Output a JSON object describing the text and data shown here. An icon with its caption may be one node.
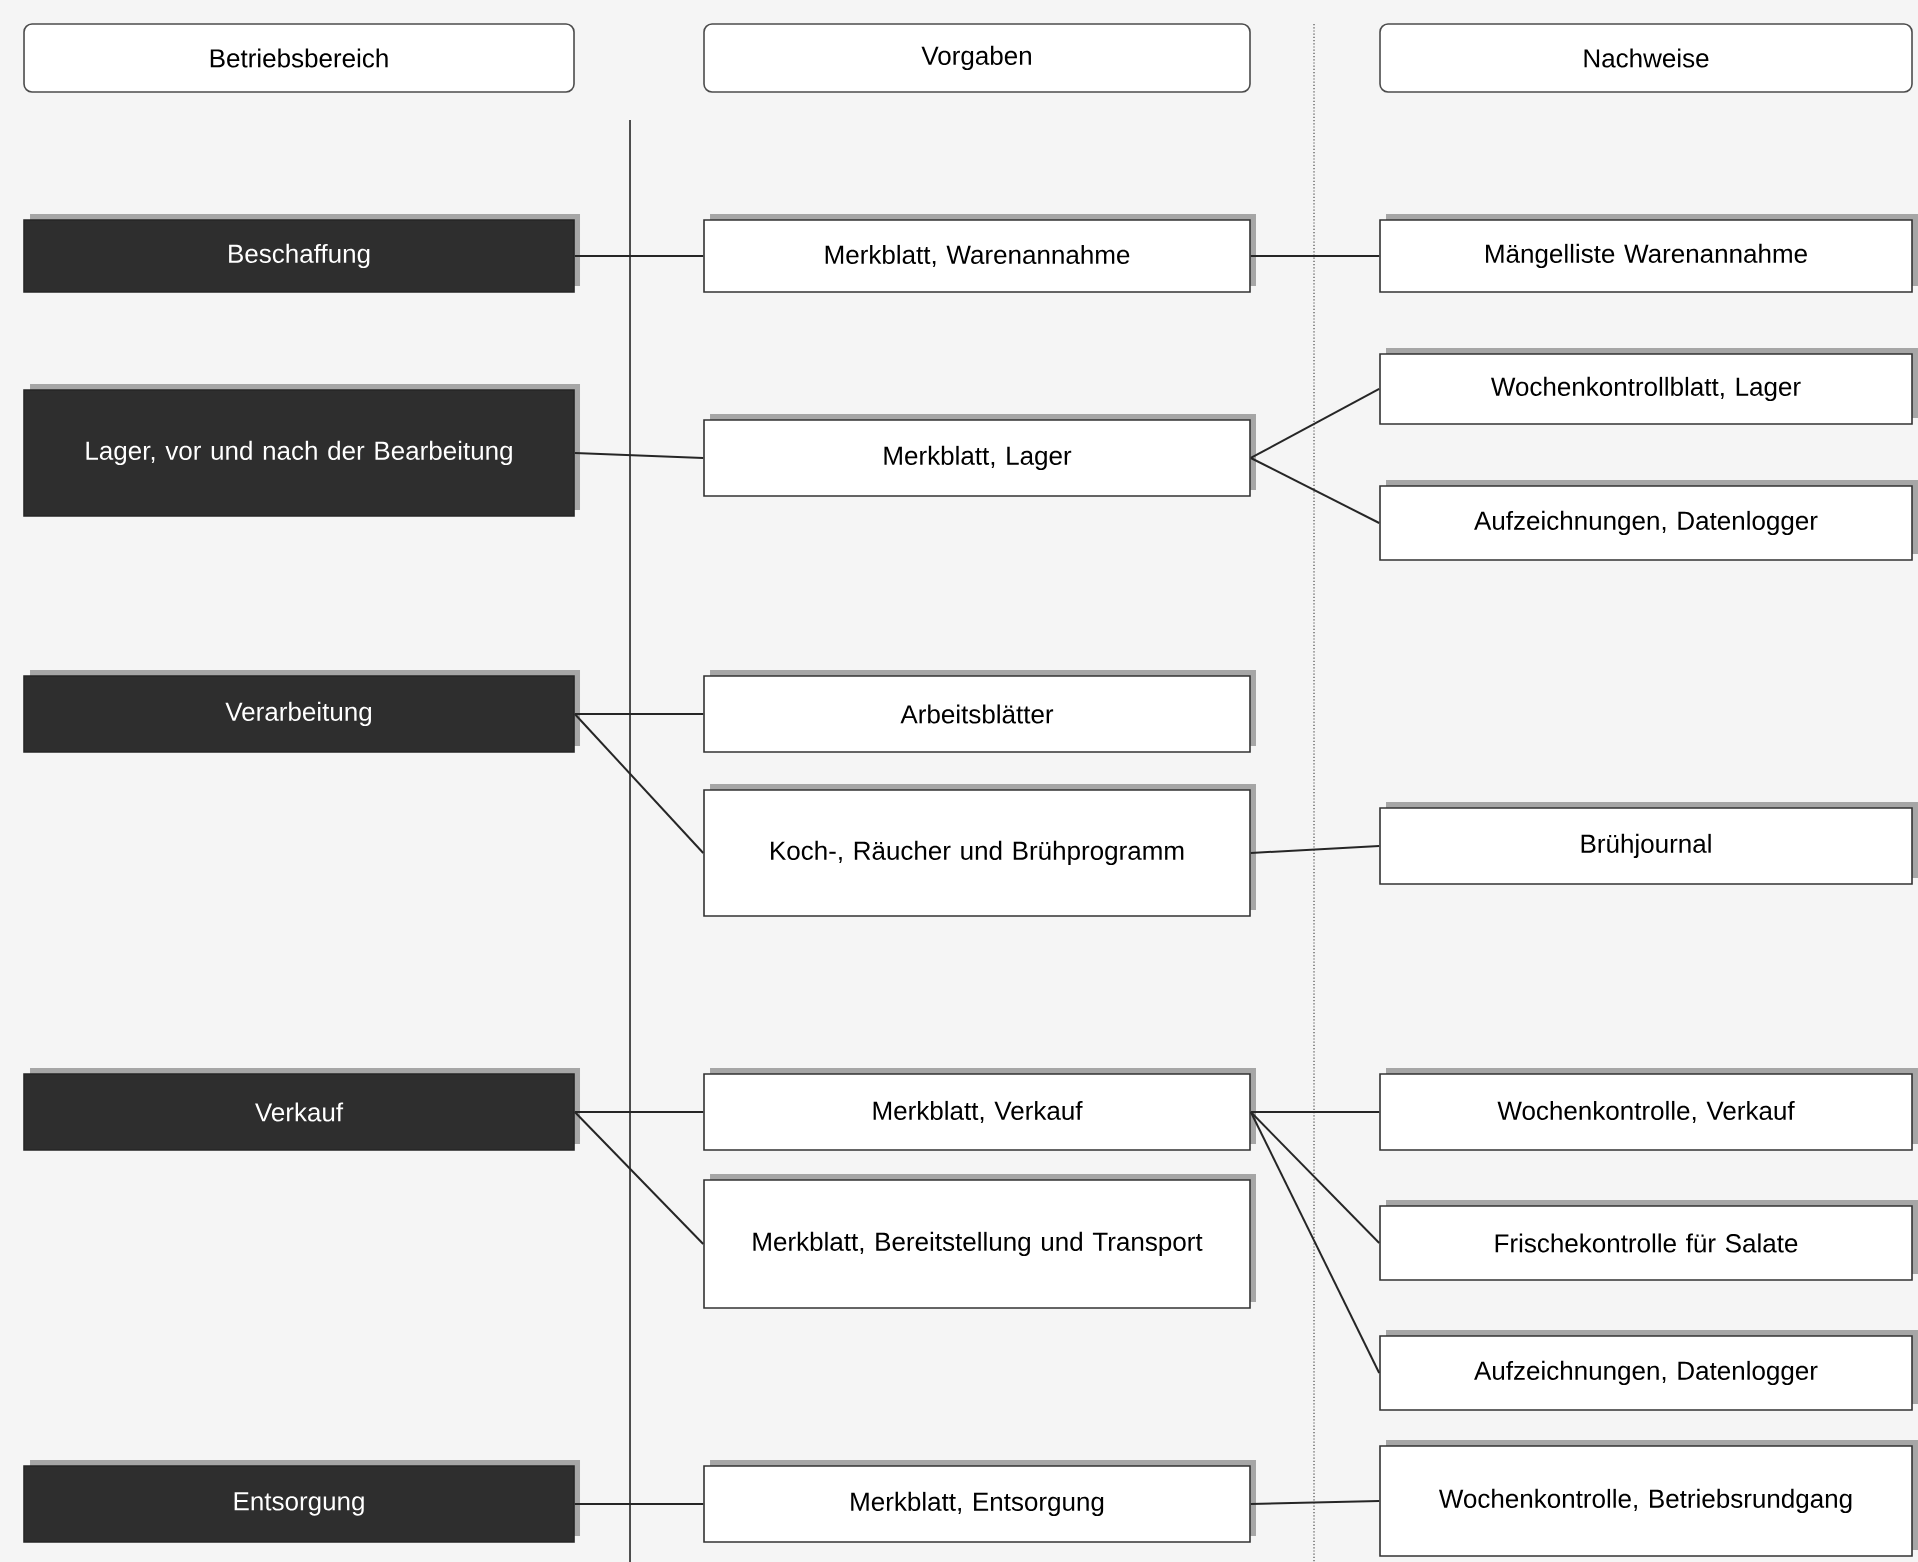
{
  "diagram": {
    "nodes": [
      {
        "text": [
          "Betriebsbereich"
        ]
      },
      {
        "text": [
          "Vorgaben"
        ]
      },
      {
        "text": [
          "Nachweise"
        ]
      },
      {
        "text": [
          "Beschaffung"
        ]
      },
      {
        "text": [
          "Lager, vor und nach der Bearbeitung"
        ]
      },
      {
        "text": [
          "Verarbeitung"
        ]
      },
      {
        "text": [
          "Verkauf"
        ]
      },
      {
        "text": [
          "Entsorgung"
        ]
      },
      {
        "text": [
          "Merkblatt, Warenannahme"
        ]
      },
      {
        "text": [
          "Merkblatt, Lager"
        ]
      },
      {
        "text": [
          "Arbeitsblätter"
        ]
      },
      {
        "text": [
          "Koch-, Räucher und Brühprogramm"
        ]
      },
      {
        "text": [
          "Merkblatt, Verkauf"
        ]
      },
      {
        "text": [
          "Merkblatt, Bereitstellung und Transport"
        ]
      },
      {
        "text": [
          "Merkblatt, Entsorgung"
        ]
      },
      {
        "text": [
          "Mängelliste Warenannahme"
        ]
      },
      {
        "text": [
          "Wochenkontrollblatt, Lager"
        ]
      },
      {
        "text": [
          "Aufzeichnungen, Datenlogger"
        ]
      },
      {
        "text": [
          "Brühjournal"
        ]
      },
      {
        "text": [
          "Wochenkontrolle, Verkauf"
        ]
      },
      {
        "text": [
          "Frischekontrolle für Salate"
        ]
      },
      {
        "text": [
          "Aufzeichnungen, Datenlogger"
        ]
      },
      {
        "text": [
          "Wochenkontrolle, Betriebsrundgang"
        ]
      }
    ],
    "edges": [
      {
        "from": 3,
        "to": 8,
        "arrow": "none"
      },
      {
        "from": 8,
        "to": 15,
        "arrow": "none"
      },
      {
        "from": 4,
        "to": 9,
        "arrow": "none"
      },
      {
        "from": 9,
        "to": 16,
        "arrow": "none"
      },
      {
        "from": 9,
        "to": 17,
        "arrow": "none"
      },
      {
        "from": 5,
        "to": 10,
        "arrow": "none"
      },
      {
        "from": 5,
        "to": 11,
        "arrow": "none"
      },
      {
        "from": 11,
        "to": 18,
        "arrow": "none"
      },
      {
        "from": 6,
        "to": 12,
        "arrow": "none"
      },
      {
        "from": 6,
        "to": 13,
        "arrow": "none"
      },
      {
        "from": 12,
        "to": 19,
        "arrow": "none"
      },
      {
        "from": 12,
        "to": 20,
        "arrow": "none"
      },
      {
        "from": 12,
        "to": 21,
        "arrow": "none"
      },
      {
        "from": 7,
        "to": 14,
        "arrow": "none"
      },
      {
        "from": 14,
        "to": 22,
        "arrow": "none"
      }
    ]
  }
}
